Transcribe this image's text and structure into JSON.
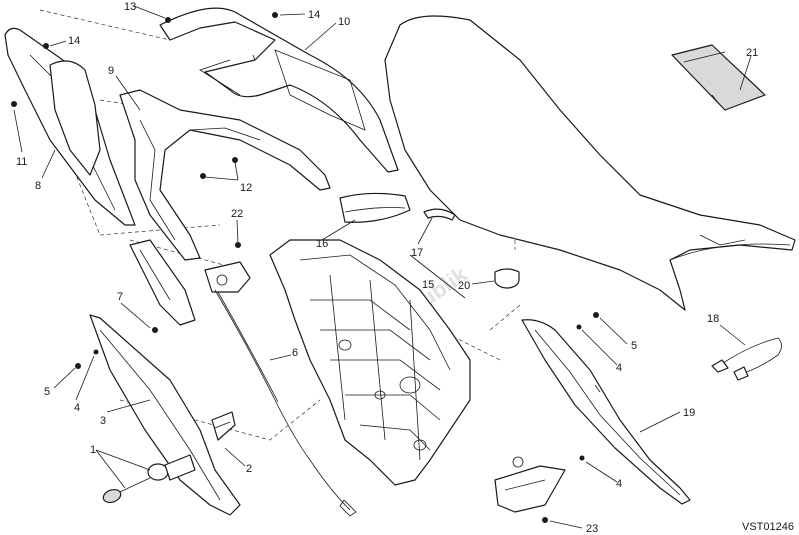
{
  "diagram_code": "VST01246",
  "watermark_text": "Parts Republik",
  "callouts": [
    "1",
    "2",
    "3",
    "4",
    "5",
    "6",
    "7",
    "8",
    "9",
    "10",
    "11",
    "12",
    "13",
    "14",
    "15",
    "16",
    "17",
    "18",
    "19",
    "20",
    "21",
    "22",
    "23"
  ],
  "labels": {
    "l1": "1",
    "l2": "2",
    "l3": "3",
    "l4a": "4",
    "l4b": "4",
    "l4c": "4",
    "l5a": "5",
    "l5b": "5",
    "l6": "6",
    "l7": "7",
    "l8": "8",
    "l9": "9",
    "l10": "10",
    "l11": "11",
    "l12": "12",
    "l13": "13",
    "l14a": "14",
    "l14b": "14",
    "l15": "15",
    "l16": "16",
    "l17": "17",
    "l18": "18",
    "l19": "19",
    "l20": "20",
    "l21": "21",
    "l22": "22",
    "l23": "23"
  },
  "colors": {
    "line": "#1a1a1a",
    "fill": "#ffffff",
    "manual": "#d9d9d9"
  }
}
